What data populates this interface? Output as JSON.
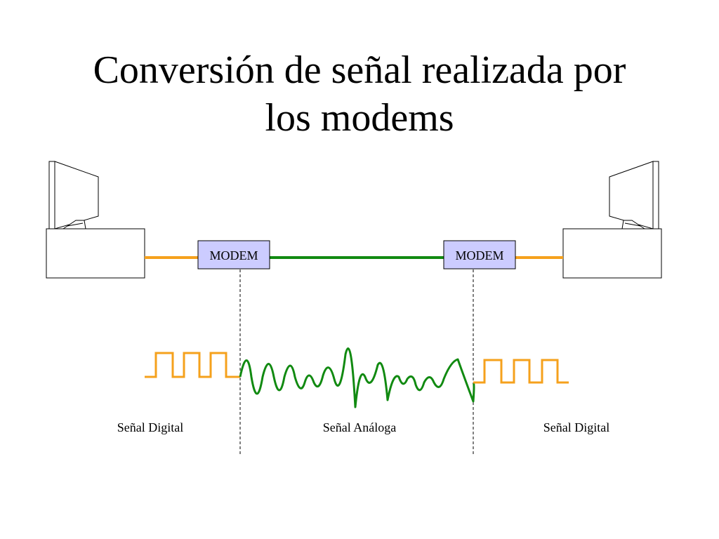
{
  "slide": {
    "title_line1": "Conversión de señal realizada por",
    "title_line2": "los modems"
  },
  "modems": {
    "left_label": "MODEM",
    "right_label": "MODEM"
  },
  "signals": {
    "left_label": "Señal Digital",
    "middle_label": "Señal Análoga",
    "right_label": "Señal Digital"
  },
  "colors": {
    "digital": "#f5a11c",
    "analog": "#118a11",
    "modem_fill": "#ccccff"
  },
  "icons": [
    "computer-left-icon",
    "computer-right-icon"
  ]
}
